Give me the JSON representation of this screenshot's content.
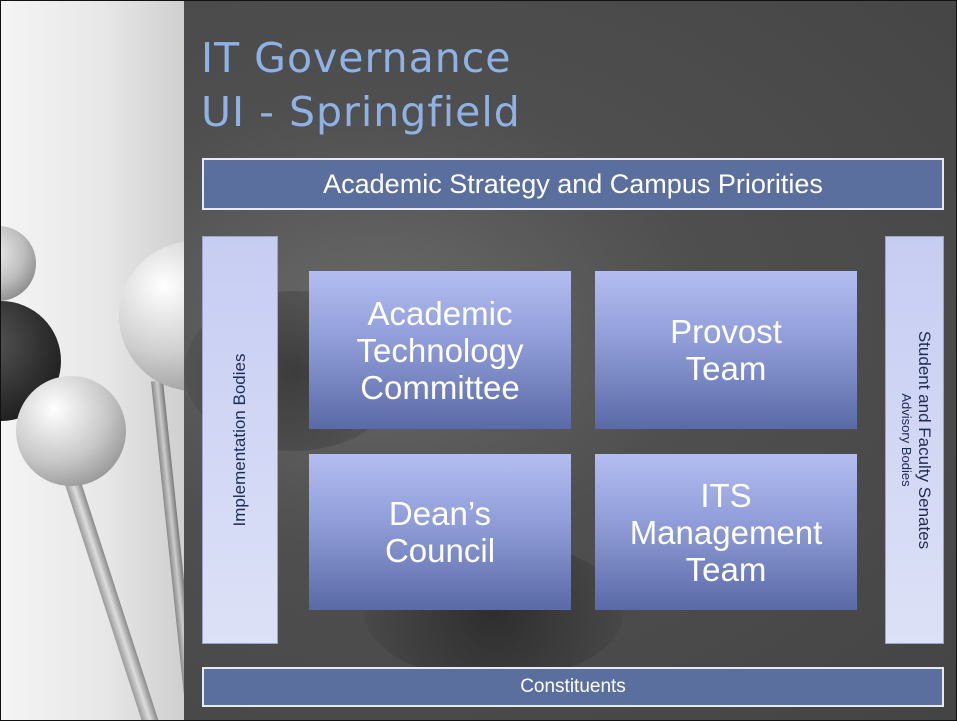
{
  "title": {
    "line1": "IT Governance",
    "line2": "UI - Springfield"
  },
  "top_bar": "Academic Strategy and Campus Priorities",
  "bottom_bar": "Constituents",
  "left_side": "Implementation Bodies",
  "right_side": {
    "line1": "Student and Faculty Senates",
    "line2": "Advisory Bodies"
  },
  "boxes": [
    {
      "lines": [
        "Academic",
        "Technology",
        "Committee"
      ]
    },
    {
      "lines": [
        "Provost",
        "Team"
      ]
    },
    {
      "lines": [
        "Dean’s",
        "Council"
      ]
    },
    {
      "lines": [
        "ITS",
        "Management",
        "Team"
      ]
    }
  ],
  "colors": {
    "title": "#8fb2e6",
    "bar": "#5b6f9f",
    "box_top": "#b3bdf0",
    "box_bottom": "#5a6aa6",
    "side_panel": "#c6cdf2",
    "background": "#4a4a4a"
  }
}
